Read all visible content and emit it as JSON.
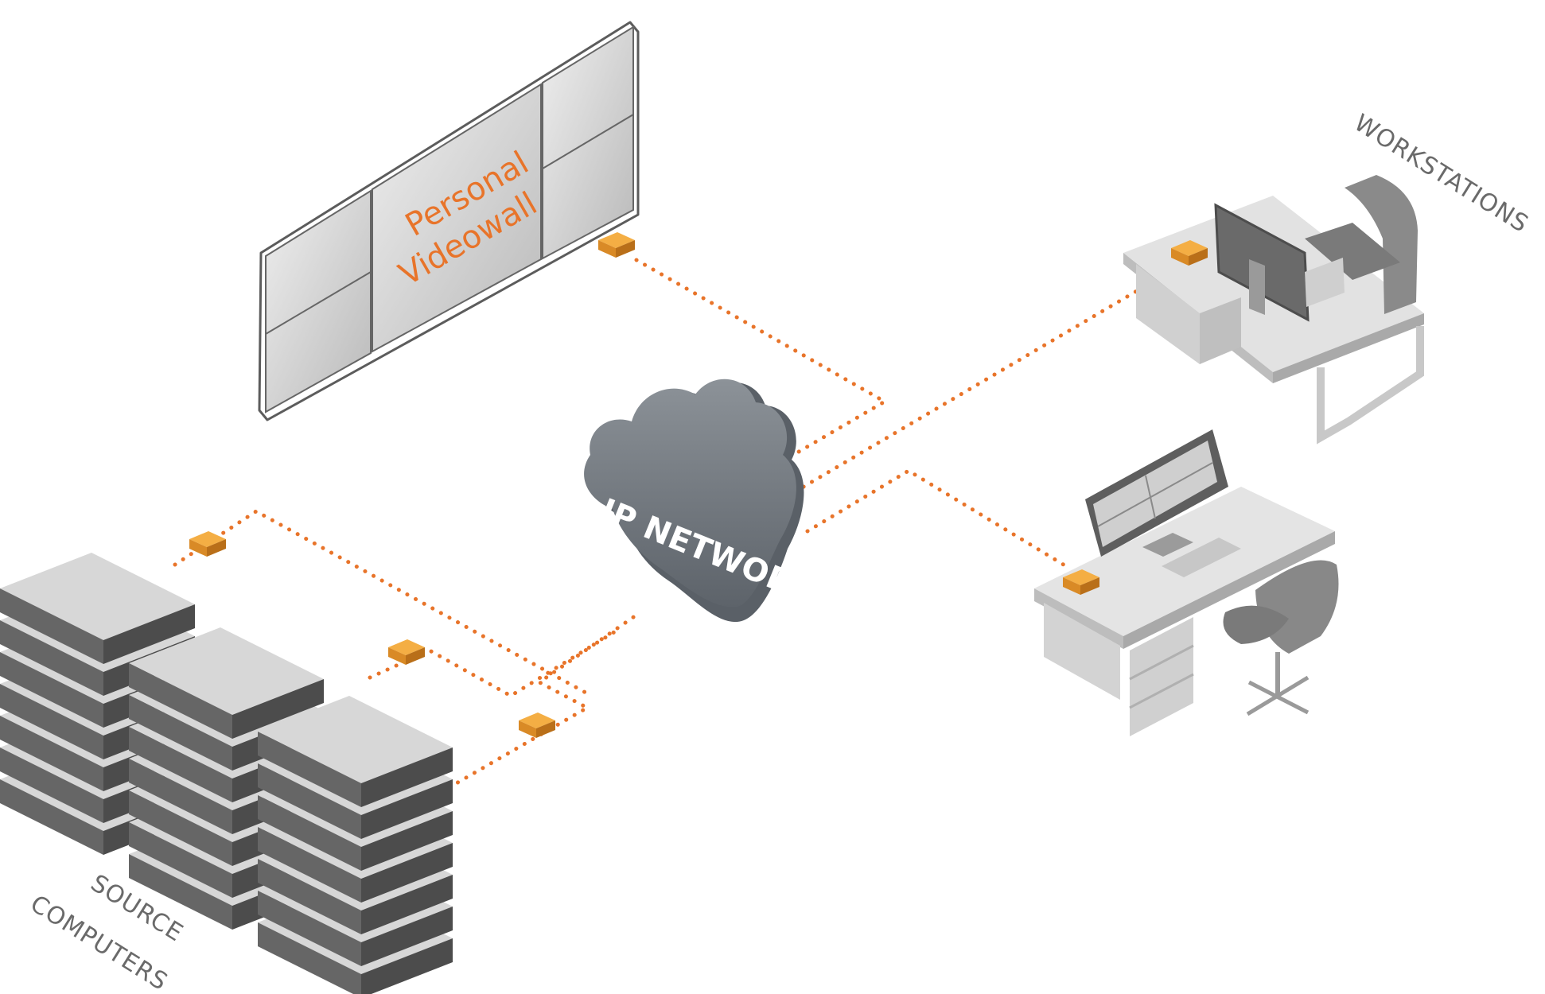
{
  "videowall": {
    "line1": "Personal",
    "line2": "Videowall"
  },
  "network": {
    "label": "IP NETWORK"
  },
  "workstations": {
    "label": "WORKSTATIONS"
  },
  "sources": {
    "line1": "SOURCE",
    "line2": "COMPUTERS"
  },
  "colors": {
    "accent": "#e8742a",
    "box_top": "#f0a63a",
    "box_side": "#c87a1e",
    "cloud": "#6e747a",
    "server_light": "#c9c9c9",
    "server_dark": "#5a5a5a"
  },
  "icons": [
    "videowall-icon",
    "cloud-icon",
    "server-rack-icon",
    "desk-icon",
    "monitor-icon",
    "chair-icon",
    "encoder-box-icon"
  ]
}
